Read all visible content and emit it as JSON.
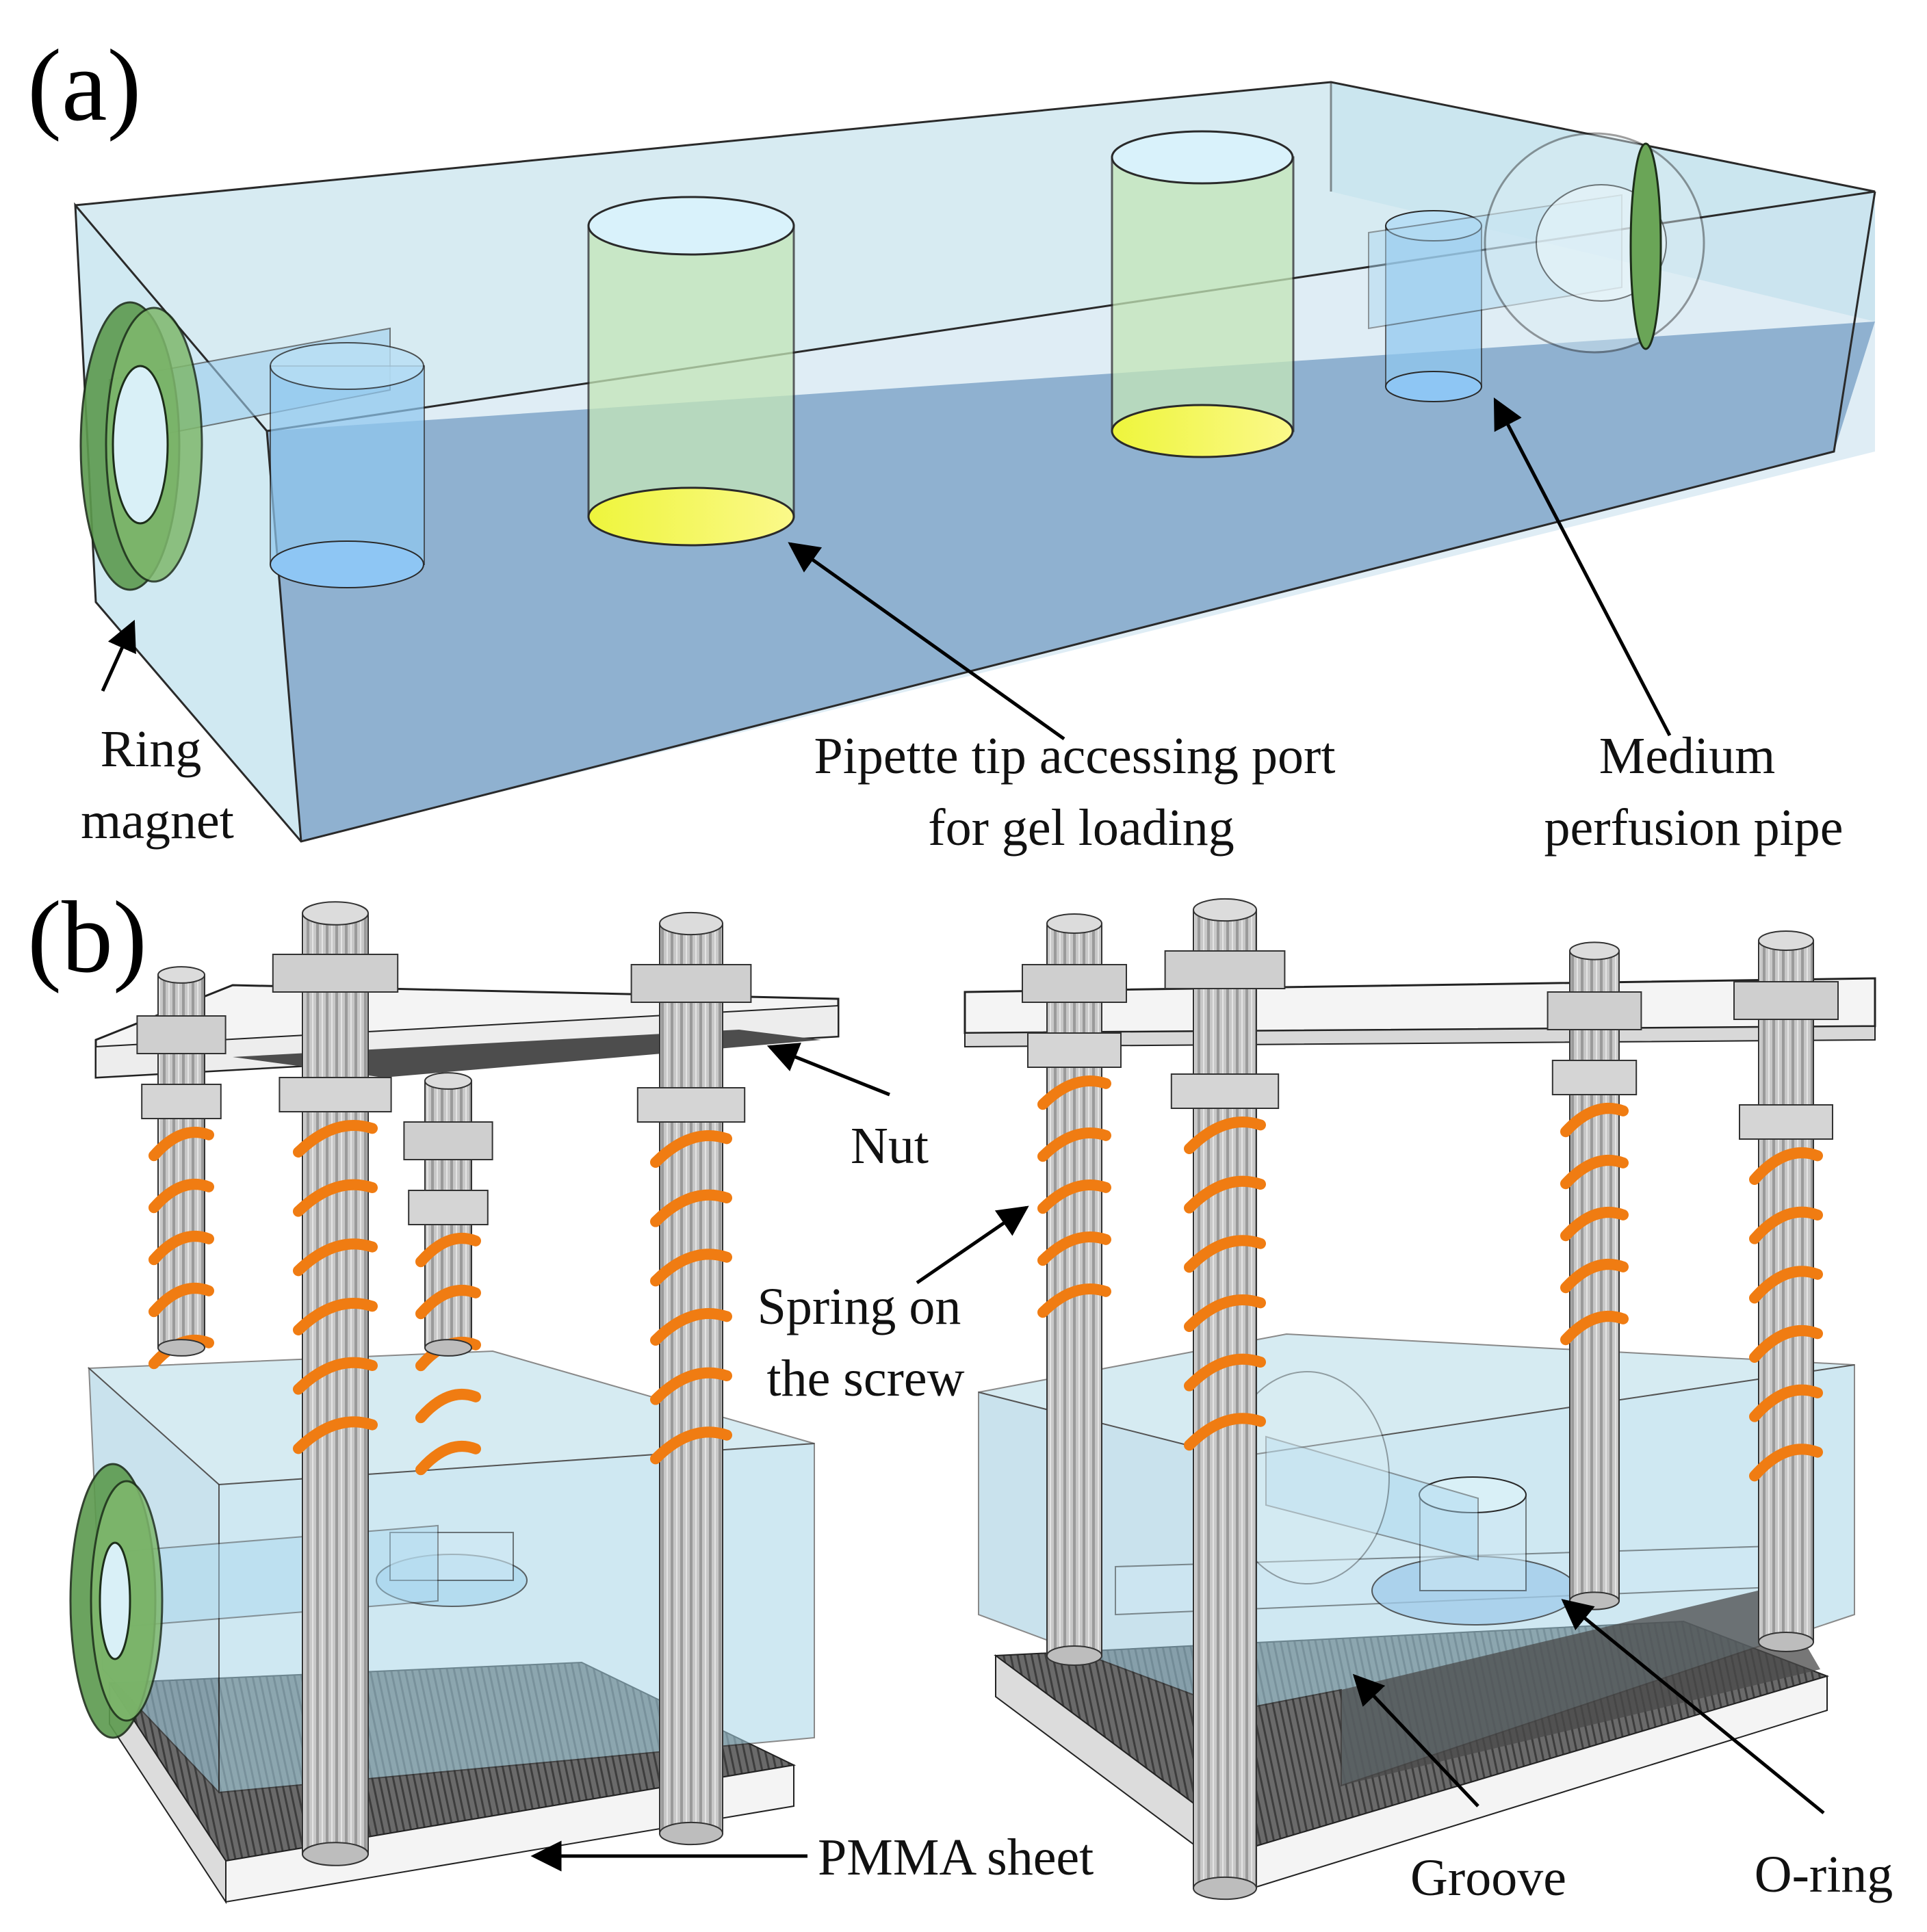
{
  "panels": [
    {
      "label": "(a)",
      "callouts": [
        {
          "lines": [
            "Ring",
            "magnet"
          ]
        },
        {
          "lines": [
            "Pipette tip accessing port",
            "for gel loading"
          ]
        },
        {
          "lines": [
            "Medium",
            "perfusion pipe"
          ]
        }
      ]
    },
    {
      "label": "(b)",
      "callouts": [
        {
          "lines": [
            "Nut"
          ]
        },
        {
          "lines": [
            "Spring on",
            "the screw"
          ]
        },
        {
          "lines": [
            "PMMA sheet"
          ]
        },
        {
          "lines": [
            "Groove"
          ]
        },
        {
          "lines": [
            "O-ring"
          ]
        }
      ]
    }
  ],
  "colors": {
    "block_fill": "#a9d7e8",
    "block_floor": "#6f93bd",
    "port_fill": "#c4e6b8",
    "gel_fill": "#f6f54a",
    "pipe_fill": "#8fc8f0",
    "magnet_fill": "#5c9a4e",
    "screw": "#b9b9b9",
    "spring": "#f07c12",
    "plate": "#f4f4f4",
    "sheet_dark": "#5a5a5a"
  }
}
